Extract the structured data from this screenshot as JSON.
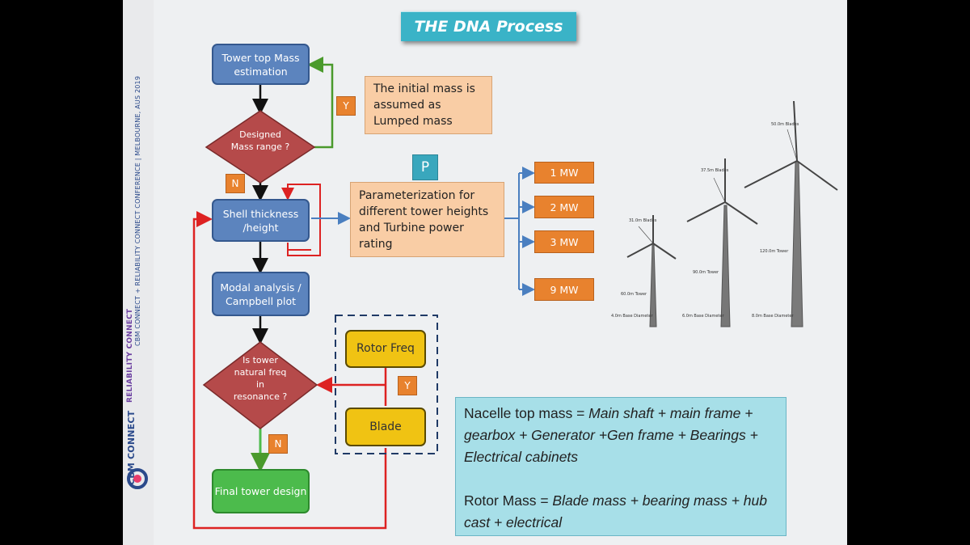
{
  "title": "THE DNA Process",
  "sidebar": {
    "conference_text": "CBM CONNECT + RELIABILITY CONNECT CONFERENCE  |  MELBOURNE, AUS 2019",
    "logo_cbm": "CBM CONNECT",
    "logo_reliability": "RELIABILITY CONNECT"
  },
  "flow": {
    "tower_top_mass": "Tower top Mass estimation",
    "designed_mass_range": "Designed Mass range ?",
    "shell_thickness": "Shell thickness /height",
    "modal_analysis": "Modal analysis / Campbell plot",
    "natural_freq_check": "Is tower natural freq in resonance ?",
    "final_tower_design": "Final tower design",
    "rotor_freq": "Rotor Freq",
    "blade": "Blade",
    "tag_y1": "Y",
    "tag_n1": "N",
    "tag_y2": "Y",
    "tag_n2": "N",
    "tag_p": "P"
  },
  "notes": {
    "initial_mass": "The initial mass is assumed as Lumped mass",
    "parameterization": "Parameterization for different tower heights and Turbine power rating"
  },
  "power_ratings": [
    "1 MW",
    "2 MW",
    "3 MW",
    "9 MW"
  ],
  "turbines": [
    {
      "blade_label": "31.0m Blades",
      "tower_label": "60.0m Tower",
      "base_label": "4.0m Base Diameter"
    },
    {
      "blade_label": "37.5m Blades",
      "tower_label": "90.0m Tower",
      "base_label": "6.0m Base Diameter"
    },
    {
      "blade_label": "50.0m Blades",
      "tower_label": "120.0m Tower",
      "base_label": "8.0m Base Diameter"
    }
  ],
  "formulas": {
    "nacelle_prefix": "Nacelle top mass = ",
    "nacelle_terms": "Main shaft + main frame + gearbox + Generator +Gen frame + Bearings + Electrical cabinets",
    "rotor_prefix": "Rotor Mass = ",
    "rotor_terms": "Blade mass + bearing mass + hub cast + electrical"
  },
  "colors": {
    "process_blue": "#5c84be",
    "decision_red": "#b54a4a",
    "result_green": "#4cbb4c",
    "rotor_yellow": "#f0c313",
    "note_peach": "#f9cda5",
    "rating_orange": "#e8822e",
    "title_teal": "#3ab3c7",
    "formula_cyan": "#a7dfe8"
  }
}
